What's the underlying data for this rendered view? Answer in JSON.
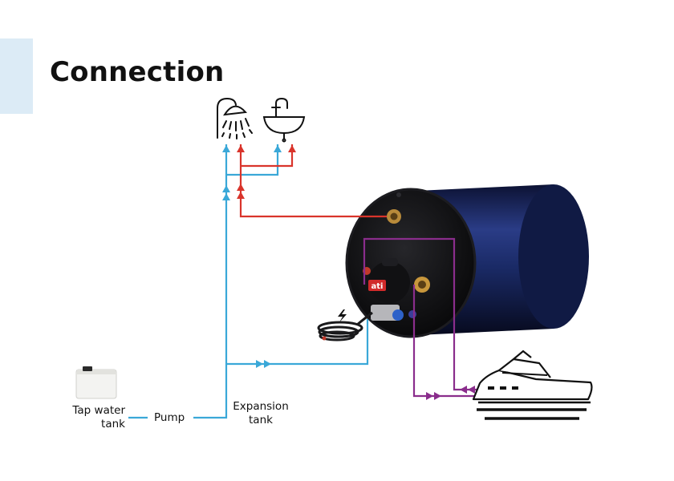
{
  "page": {
    "title": "Connection",
    "accent_color": "#dcebf6"
  },
  "colors": {
    "cold": "#3aa8d8",
    "hot": "#d9342b",
    "coolant": "#8a2d8c",
    "tank_body": "#15224f",
    "tank_cap": "#0c0c0e",
    "icon": "#111111"
  },
  "labels": {
    "tap_water_tank_line1": "Tap water",
    "tap_water_tank_line2": "tank",
    "pump": "Pump",
    "expansion_tank_line1": "Expansion",
    "expansion_tank_line2": "tank"
  },
  "icons": {
    "shower": "shower-icon",
    "sink": "sink-icon",
    "boat": "motor-yacht-icon",
    "power": "lightning-bolt-icon",
    "tap_tank": "water-tank-icon",
    "heater": "water-heater-image"
  },
  "heater": {
    "brand": "ati"
  }
}
